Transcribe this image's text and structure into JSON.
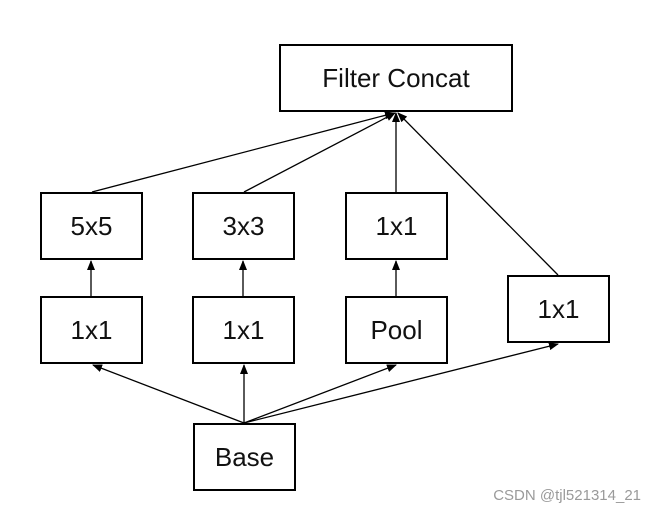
{
  "nodes": {
    "concat": "Filter Concat",
    "conv5x5": "5x5",
    "conv3x3": "3x3",
    "conv1x1_after_pool": "1x1",
    "reduce1x1_for_5x5": "1x1",
    "reduce1x1_for_3x3": "1x1",
    "pool": "Pool",
    "conv1x1_direct": "1x1",
    "base": "Base"
  },
  "watermark": "CSDN @tjl521314_21",
  "colors": {
    "line": "#000000",
    "text": "#111111",
    "watermark": "#9a9a9a"
  }
}
